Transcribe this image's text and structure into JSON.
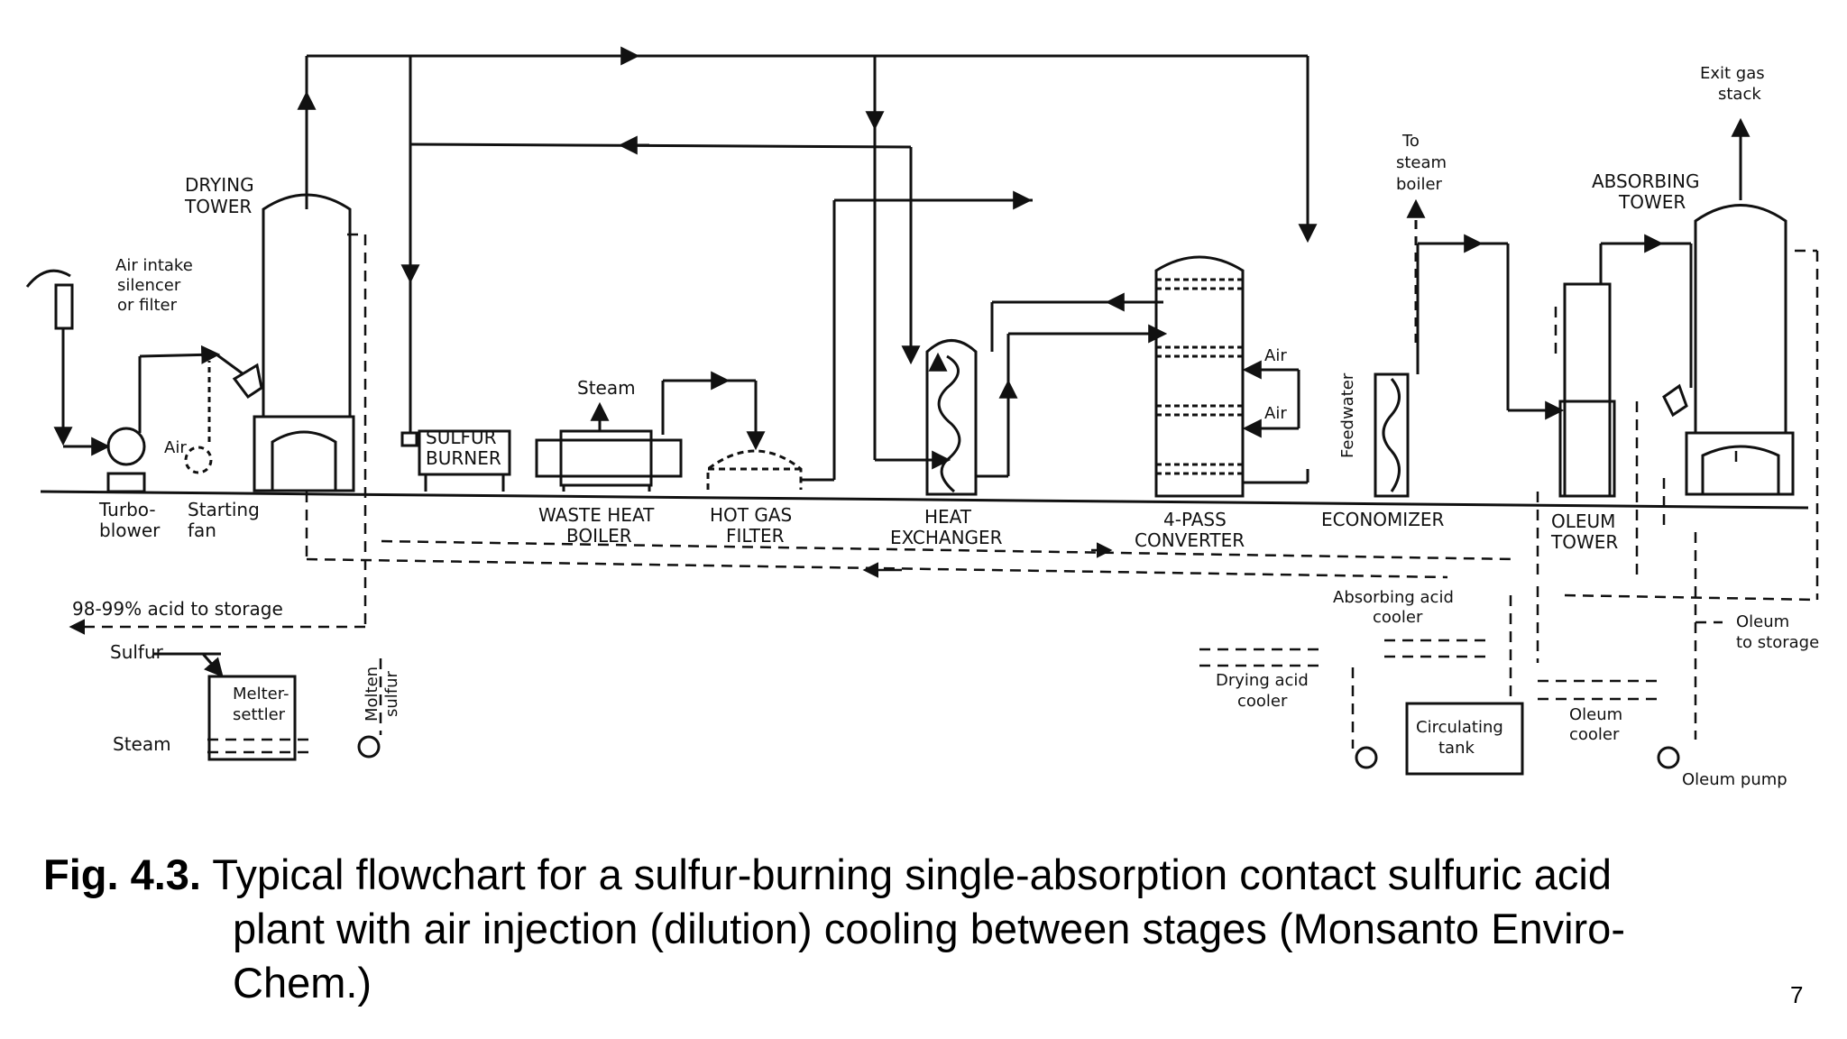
{
  "labels": {
    "drying_tower": [
      "DRYING",
      "TOWER"
    ],
    "air_intake": [
      "Air intake",
      "silencer",
      "or filter"
    ],
    "turbo_blower": [
      "Turbo-",
      "blower"
    ],
    "starting_fan": [
      "Starting",
      "fan"
    ],
    "air_small": "Air",
    "sulfur_burner": [
      "SULFUR",
      "BURNER"
    ],
    "steam_top": "Steam",
    "waste_heat_boiler": [
      "WASTE HEAT",
      "BOILER"
    ],
    "hot_gas_filter": [
      "HOT GAS",
      "FILTER"
    ],
    "heat_exchanger": [
      "HEAT",
      "EXCHANGER"
    ],
    "converter": [
      "4-PASS",
      "CONVERTER"
    ],
    "air_1": "Air",
    "air_2": "Air",
    "feedwater": "Feedwater",
    "to_steam_boiler": [
      "To",
      "steam",
      "boiler"
    ],
    "economizer": "ECONOMIZER",
    "absorbing_tower": [
      "ABSORBING",
      "TOWER"
    ],
    "exit_gas": [
      "Exit gas",
      "stack"
    ],
    "oleum_tower": [
      "OLEUM",
      "TOWER"
    ],
    "acid_to_storage": "98-99% acid to storage",
    "sulfur_in": "Sulfur",
    "melter_settler": [
      "Melter-",
      "settler"
    ],
    "steam_bottom": "Steam",
    "molten_sulfur": [
      "Molten",
      "sulfur"
    ],
    "absorbing_acid_cooler": [
      "Absorbing acid",
      "cooler"
    ],
    "drying_acid_cooler": [
      "Drying acid",
      "cooler"
    ],
    "circulating_tank": [
      "Circulating",
      "tank"
    ],
    "oleum_cooler": [
      "Oleum",
      "cooler"
    ],
    "oleum_to_storage": [
      "Oleum",
      "to storage"
    ],
    "oleum_pump": "Oleum pump"
  },
  "caption": {
    "fig": "Fig. 4.3.",
    "line1": "Typical flowchart for a sulfur-burning single-absorption contact sulfuric acid",
    "line2": "plant with air injection (dilution) cooling between stages (Monsanto Enviro-",
    "line3": "Chem.)"
  },
  "page_number": "7"
}
